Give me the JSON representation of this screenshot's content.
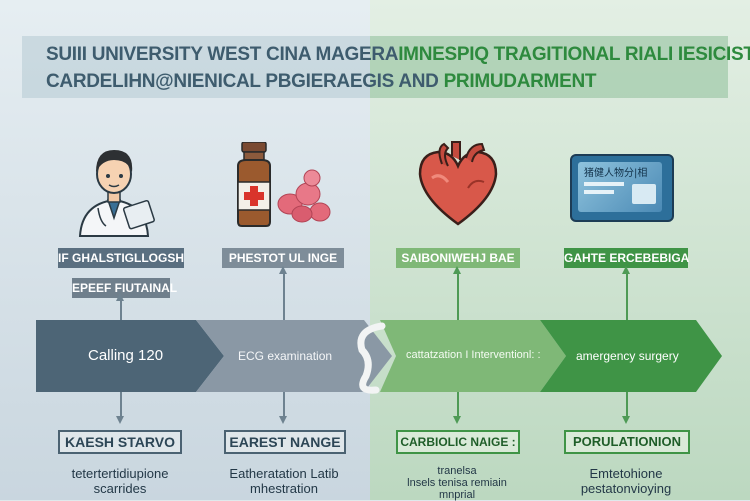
{
  "title": {
    "line1_a": "SUIII UNIVERSITY WEST CINA MAGERA",
    "line1_b": "IMNESPIQ TRAGITIONAL RIALI IESICISTAL",
    "line2_a": "CARDELIHN@NIENICAL PBGIERAEGIS AND",
    "line2_b": "PRIMUDARMENT"
  },
  "columns": [
    {
      "icon": "doctor-icon",
      "top_label": "IF GHALSTIGLLOGSH",
      "sub_label": "EPEEF FIUTAINAL",
      "step": "Calling 120",
      "bottom_label": "KAESH STARVO",
      "desc": [
        "tetertertidiupione",
        "scarrides"
      ]
    },
    {
      "icon": "medicine-bottle-icon",
      "top_label": "PHESTOT UL INGE",
      "step": "ECG examination",
      "bottom_label": "EAREST NANGE",
      "desc": [
        "Eatheratation Latib",
        "mhestration"
      ]
    },
    {
      "icon": "heart-icon",
      "top_label": "SAIBONIWEHJ BAE",
      "step": "cattatzation I Interventionl: :",
      "bottom_label": "CARBIOLIC NAIGE :",
      "desc": [
        "tranelsa",
        "lnsels tenisa remiain",
        "mnprial"
      ]
    },
    {
      "icon": "id-card-icon",
      "top_label": "GAHTE ERCEBEBIGA",
      "step": "amergency surgery",
      "bottom_label": "PORULATIONION",
      "desc": [
        "Emtetohione",
        "pestatonvioying"
      ]
    }
  ],
  "card_text": "猪健人物分|相",
  "colors": {
    "slate": "#4d6576",
    "slate_light": "#8a98a5",
    "green": "#3f9446",
    "green_light": "#7fb877"
  }
}
